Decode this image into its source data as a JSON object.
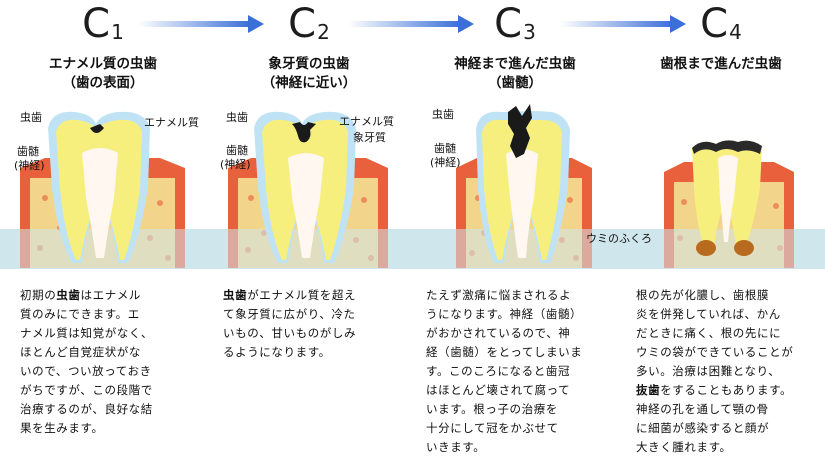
{
  "stages": [
    {
      "code": "C",
      "sub": "1",
      "title_lines": [
        "エナメル質の虫歯",
        "（歯の表面）"
      ],
      "labels": [
        "虫歯",
        "エナメル質",
        "歯髄",
        "(神経)"
      ],
      "desc_lines": [
        [
          "初期の",
          "虫歯",
          "はエナメル"
        ],
        [
          "質のみにできます。エ"
        ],
        [
          "ナメル質は知覚がなく、"
        ],
        [
          "ほとんど自覚症状がな"
        ],
        [
          "いので、つい放っておき"
        ],
        [
          "がちですが、この段階で"
        ],
        [
          "治療するのが、良好な結"
        ],
        [
          "果を生みます。"
        ]
      ]
    },
    {
      "code": "C",
      "sub": "2",
      "title_lines": [
        "象牙質の虫歯",
        "（神経に近い）"
      ],
      "labels": [
        "虫歯",
        "エナメル質",
        "象牙質",
        "歯髄",
        "(神経)"
      ],
      "desc_lines": [
        [
          "",
          "虫歯",
          "がエナメル質を超え"
        ],
        [
          "て象牙質に広がり、冷た"
        ],
        [
          "いもの、甘いものがしみ"
        ],
        [
          "るようになります。"
        ]
      ]
    },
    {
      "code": "C",
      "sub": "3",
      "title_lines": [
        "神経まで進んだ虫歯",
        "（歯髄）"
      ],
      "labels": [
        "虫歯",
        "歯髄",
        "(神経)"
      ],
      "desc_lines": [
        [
          "たえず激痛に悩まされるよ"
        ],
        [
          "うになります。神経（歯髄）"
        ],
        [
          "がおかされているので、神"
        ],
        [
          "経（歯髄）をとってしまいま"
        ],
        [
          "す。このころになると歯冠"
        ],
        [
          "はほとんど壊されて腐って"
        ],
        [
          "います。根っ子の治療を"
        ],
        [
          "十分にして冠をかぶせて"
        ],
        [
          "いきます。"
        ]
      ]
    },
    {
      "code": "C",
      "sub": "4",
      "title_lines": [
        "歯根まで進んだ虫歯"
      ],
      "labels": [
        "ウミのふくろ"
      ],
      "desc_lines": [
        [
          "根の先が化膿し、歯根膜"
        ],
        [
          "炎を併発していれば、かん"
        ],
        [
          "だときに痛く、根の先にに"
        ],
        [
          "ウミの袋ができていることが"
        ],
        [
          "多い。治療は困難となり、"
        ],
        [
          "",
          "抜歯",
          "をすることもあります。"
        ],
        [
          "神経の孔を通して顎の骨"
        ],
        [
          "に細菌が感染すると顔が"
        ],
        [
          "大きく腫れます。"
        ]
      ]
    }
  ],
  "colors": {
    "arrow": "#3a6fd8",
    "band": "#cfe6ec",
    "enamel": "#bfe3f5",
    "dentin": "#f6ef7e",
    "pulp": "#ffffff",
    "caries": "#1a1a1a",
    "gum": "#e8613c",
    "bone": "#f3d48b"
  }
}
